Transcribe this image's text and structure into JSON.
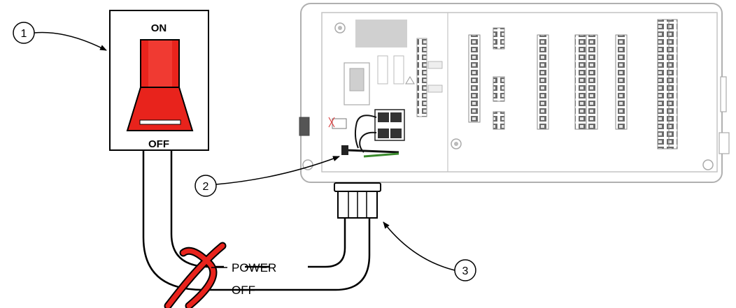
{
  "switch": {
    "on_label": "ON",
    "off_label": "OFF",
    "body_color": "#e8231c"
  },
  "callouts": [
    {
      "number": "1"
    },
    {
      "number": "2"
    },
    {
      "number": "3"
    }
  ],
  "cable_labels": {
    "line1": "POWER",
    "line2": "OFF"
  },
  "colors": {
    "cross_mark": "#e8231c",
    "outline": "#000000",
    "enclosure": "#b8b8b8"
  },
  "icons": {
    "cross": "red-x-mark-icon",
    "arrow": "leader-arrow-icon"
  }
}
